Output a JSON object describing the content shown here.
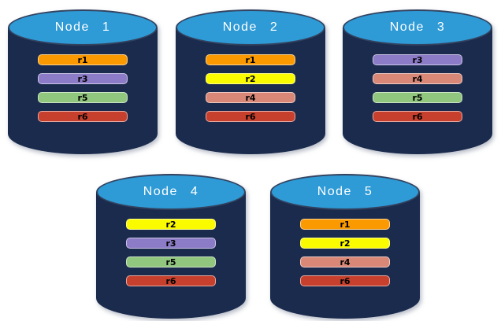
{
  "colors": {
    "page_background": "#FFFFFF",
    "cylinder_body": "#1B2B4D",
    "cylinder_top": "#2E9AD6",
    "cylinder_outline": "#33425F",
    "title_text": "#FFFFFF",
    "bar_text": "#000000"
  },
  "replica_colors": {
    "r1": "#FB9A00",
    "r2": "#FBFB00",
    "r3": "#8C7CC8",
    "r4": "#D98877",
    "r5": "#90C67E",
    "r6": "#C7402D"
  },
  "nodes": [
    {
      "id": "node-1",
      "label": "Node 1",
      "replicas": [
        "r1",
        "r3",
        "r5",
        "r6"
      ]
    },
    {
      "id": "node-2",
      "label": "Node 2",
      "replicas": [
        "r1",
        "r2",
        "r4",
        "r6"
      ]
    },
    {
      "id": "node-3",
      "label": "Node 3",
      "replicas": [
        "r3",
        "r4",
        "r5",
        "r6"
      ]
    },
    {
      "id": "node-4",
      "label": "Node 4",
      "replicas": [
        "r2",
        "r3",
        "r5",
        "r6"
      ]
    },
    {
      "id": "node-5",
      "label": "Node 5",
      "replicas": [
        "r1",
        "r2",
        "r4",
        "r6"
      ]
    }
  ]
}
